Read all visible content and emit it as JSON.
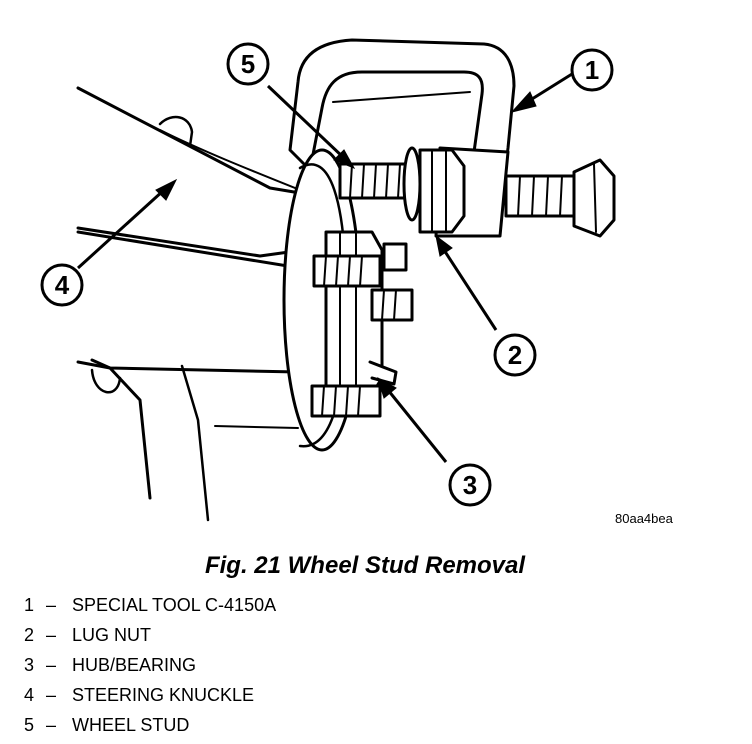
{
  "figure": {
    "code": "80aa4bea",
    "caption": "Fig. 21 Wheel Stud Removal"
  },
  "callouts": [
    {
      "number": "1"
    },
    {
      "number": "2"
    },
    {
      "number": "3"
    },
    {
      "number": "4"
    },
    {
      "number": "5"
    }
  ],
  "legend": [
    {
      "number": "1",
      "dash": "–",
      "label": "SPECIAL TOOL C-4150A"
    },
    {
      "number": "2",
      "dash": "–",
      "label": "LUG NUT"
    },
    {
      "number": "3",
      "dash": "–",
      "label": "HUB/BEARING"
    },
    {
      "number": "4",
      "dash": "–",
      "label": "STEERING KNUCKLE"
    },
    {
      "number": "5",
      "dash": "–",
      "label": "WHEEL STUD"
    }
  ]
}
